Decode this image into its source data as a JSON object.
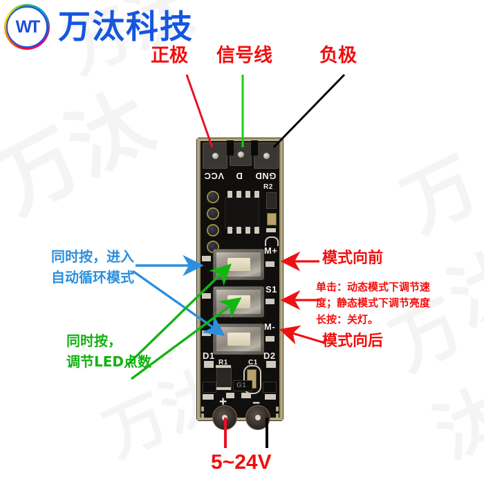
{
  "brand": {
    "logo_monogram": "WT",
    "name": "万汰科技",
    "logo_icon": "rainbow-circle-wt-logo"
  },
  "annotations": {
    "top": [
      {
        "id": "vcc",
        "text": "正极",
        "color": "#f20d0d",
        "wire_color": "#e81123",
        "wire": "red-wire"
      },
      {
        "id": "data",
        "text": "信号线",
        "color": "#f20d0d",
        "wire_color": "#12d112",
        "wire": "green-wire"
      },
      {
        "id": "gnd",
        "text": "负极",
        "color": "#f20d0d",
        "wire_color": "#000000",
        "wire": "black-wire"
      }
    ],
    "left": [
      {
        "id": "autocycle",
        "text": "同时按，进入\n自动循环模式",
        "color": "#2b8fdd"
      },
      {
        "id": "ledcount",
        "text": "同时按，\n调节LED点数",
        "color": "#11b211"
      }
    ],
    "right": [
      {
        "id": "mode-forward",
        "text": "模式向前",
        "color": "#f20d0d"
      },
      {
        "id": "click-desc",
        "text": "单击：动态模式下调节速\n度；静态模式下调节亮度\n长按：关灯。",
        "color": "#f20d0d"
      },
      {
        "id": "mode-backward",
        "text": "模式向后",
        "color": "#f20d0d"
      }
    ],
    "bottom": {
      "id": "voltage",
      "text": "5~24V",
      "color": "#f20d0d"
    }
  },
  "board": {
    "silkscreen": {
      "vcc": "VCC",
      "data": "D",
      "gnd": "GND",
      "r2": "R2",
      "m_plus": "M+",
      "s1": "S1",
      "m_minus": "M-",
      "d1": "D1",
      "d2": "D2",
      "r1": "R1",
      "c1": "C1",
      "g1": "G1",
      "plus": "+",
      "minus": "−"
    }
  },
  "watermark": {
    "text": "万汰"
  }
}
